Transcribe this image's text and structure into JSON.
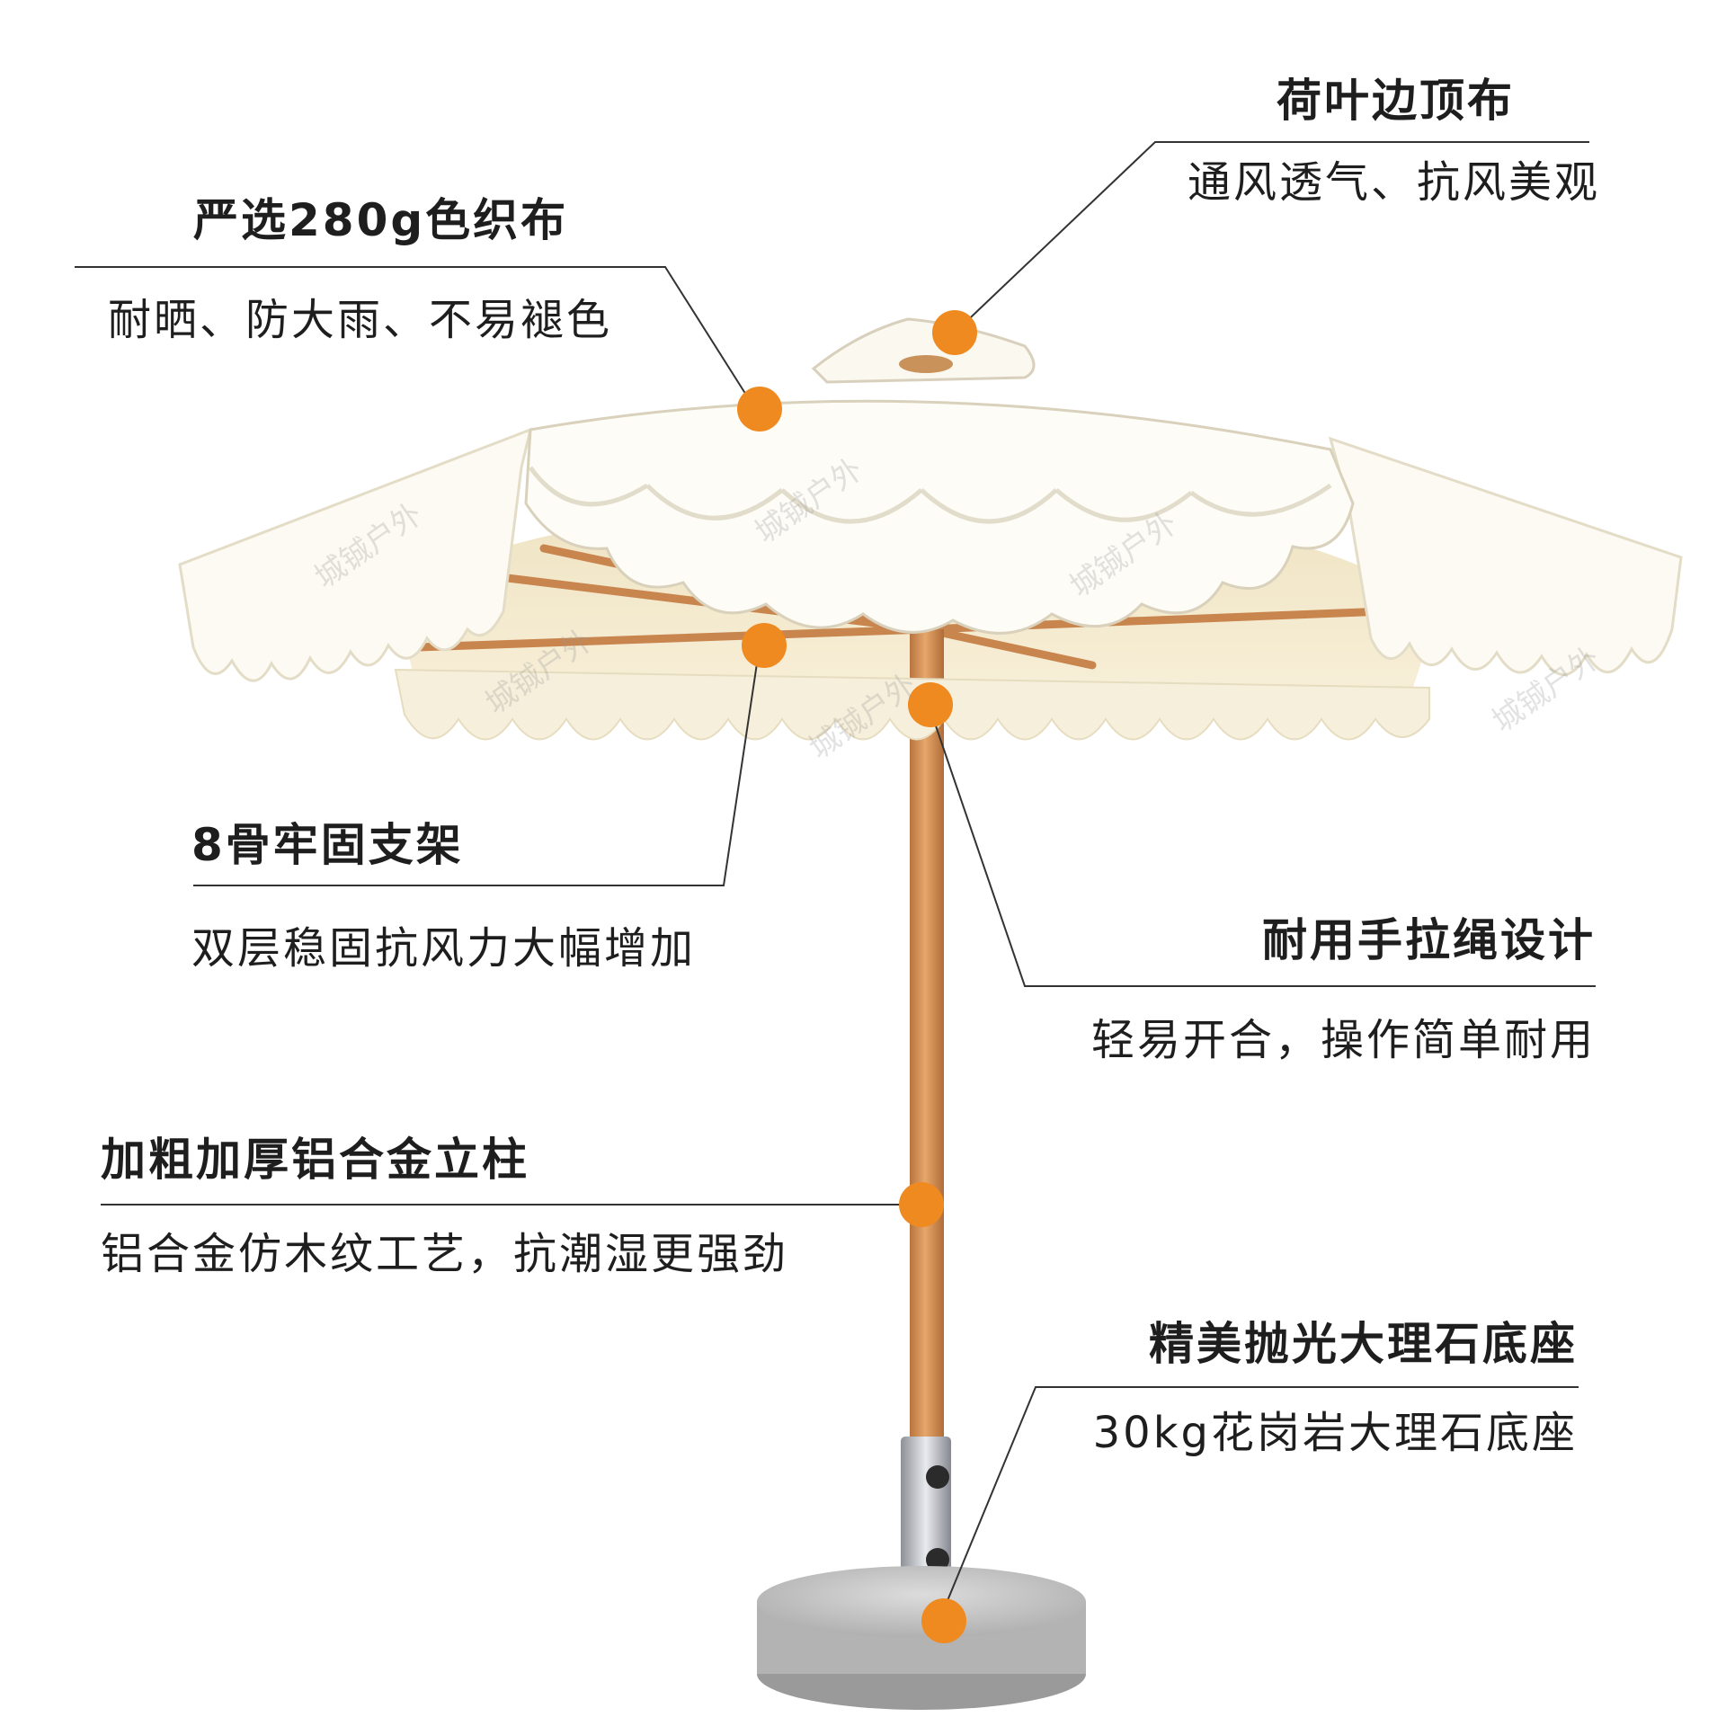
{
  "callouts": [
    {
      "id": "top-canopy",
      "title": "荷叶边顶布",
      "desc": "通风透气、抗风美观"
    },
    {
      "id": "fabric",
      "title": "严选280g色织布",
      "desc": "耐晒、防大雨、不易褪色"
    },
    {
      "id": "frame",
      "title": "8骨牢固支架",
      "desc": "双层稳固抗风力大幅增加"
    },
    {
      "id": "rope",
      "title": "耐用手拉绳设计",
      "desc": "轻易开合，操作简单耐用"
    },
    {
      "id": "pole",
      "title": "加粗加厚铝合金立柱",
      "desc": "铝合金仿木纹工艺，抗潮湿更强劲"
    },
    {
      "id": "base",
      "title": "精美抛光大理石底座",
      "desc": "30kg花岗岩大理石底座"
    }
  ],
  "watermark": "城铖户外",
  "colors": {
    "marker": "#ef8a21",
    "canopy": "#fbf6e9",
    "pole": "#d9975a",
    "line": "#333333",
    "text": "#1e1e1e"
  }
}
